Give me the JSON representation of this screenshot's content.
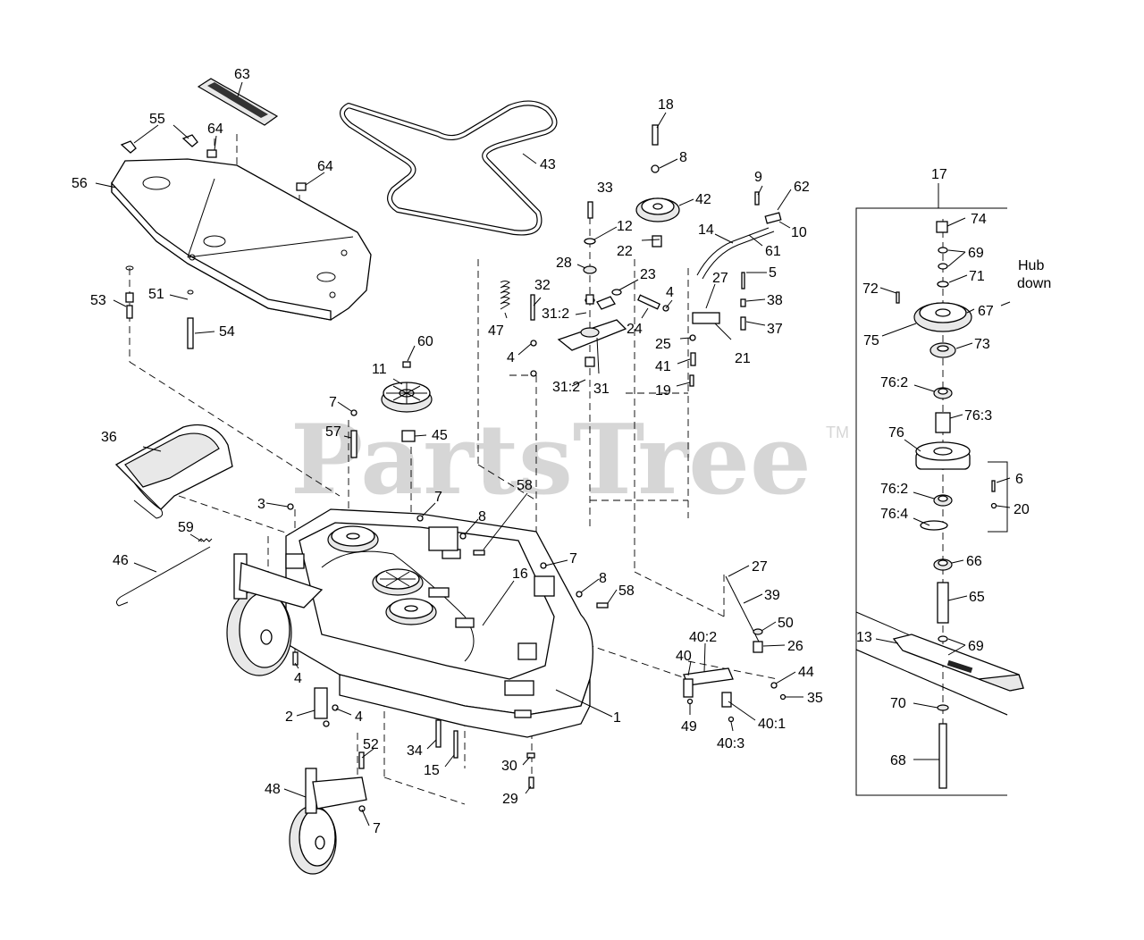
{
  "watermark": "PartsTree",
  "trademark": "TM",
  "note_hub_down": [
    "Hub",
    "down"
  ],
  "callouts": {
    "c1": "1",
    "c2": "2",
    "c3": "3",
    "c4a": "4",
    "c4b": "4",
    "c4c": "4",
    "c4d": "4",
    "c5": "5",
    "c6": "6",
    "c7a": "7",
    "c7b": "7",
    "c7c": "7",
    "c7d": "7",
    "c8a": "8",
    "c8b": "8",
    "c8c": "8",
    "c9": "9",
    "c10": "10",
    "c11": "11",
    "c12": "12",
    "c13": "13",
    "c14": "14",
    "c15": "15",
    "c16": "16",
    "c17": "17",
    "c18": "18",
    "c19": "19",
    "c20": "20",
    "c21": "21",
    "c22": "22",
    "c23": "23",
    "c24": "24",
    "c25": "25",
    "c26": "26",
    "c27a": "27",
    "c27b": "27",
    "c28": "28",
    "c29": "29",
    "c30": "30",
    "c31": "31",
    "c31_2a": "31:2",
    "c31_2b": "31:2",
    "c32": "32",
    "c33": "33",
    "c34": "34",
    "c35": "35",
    "c36": "36",
    "c37": "37",
    "c38": "38",
    "c39": "39",
    "c40": "40",
    "c40_1": "40:1",
    "c40_2": "40:2",
    "c40_3": "40:3",
    "c41": "41",
    "c42": "42",
    "c43": "43",
    "c44": "44",
    "c45": "45",
    "c46": "46",
    "c47": "47",
    "c48": "48",
    "c49": "49",
    "c50": "50",
    "c51": "51",
    "c52": "52",
    "c53": "53",
    "c54": "54",
    "c55": "55",
    "c56": "56",
    "c57": "57",
    "c58a": "58",
    "c58b": "58",
    "c59": "59",
    "c60": "60",
    "c61": "61",
    "c62": "62",
    "c63": "63",
    "c64a": "64",
    "c64b": "64",
    "c65": "65",
    "c66": "66",
    "c67": "67",
    "c68": "68",
    "c69a": "69",
    "c69b": "69",
    "c70": "70",
    "c71": "71",
    "c72": "72",
    "c73": "73",
    "c74": "74",
    "c75": "75",
    "c76": "76",
    "c76_2a": "76:2",
    "c76_2b": "76:2",
    "c76_3": "76:3",
    "c76_4": "76:4"
  }
}
